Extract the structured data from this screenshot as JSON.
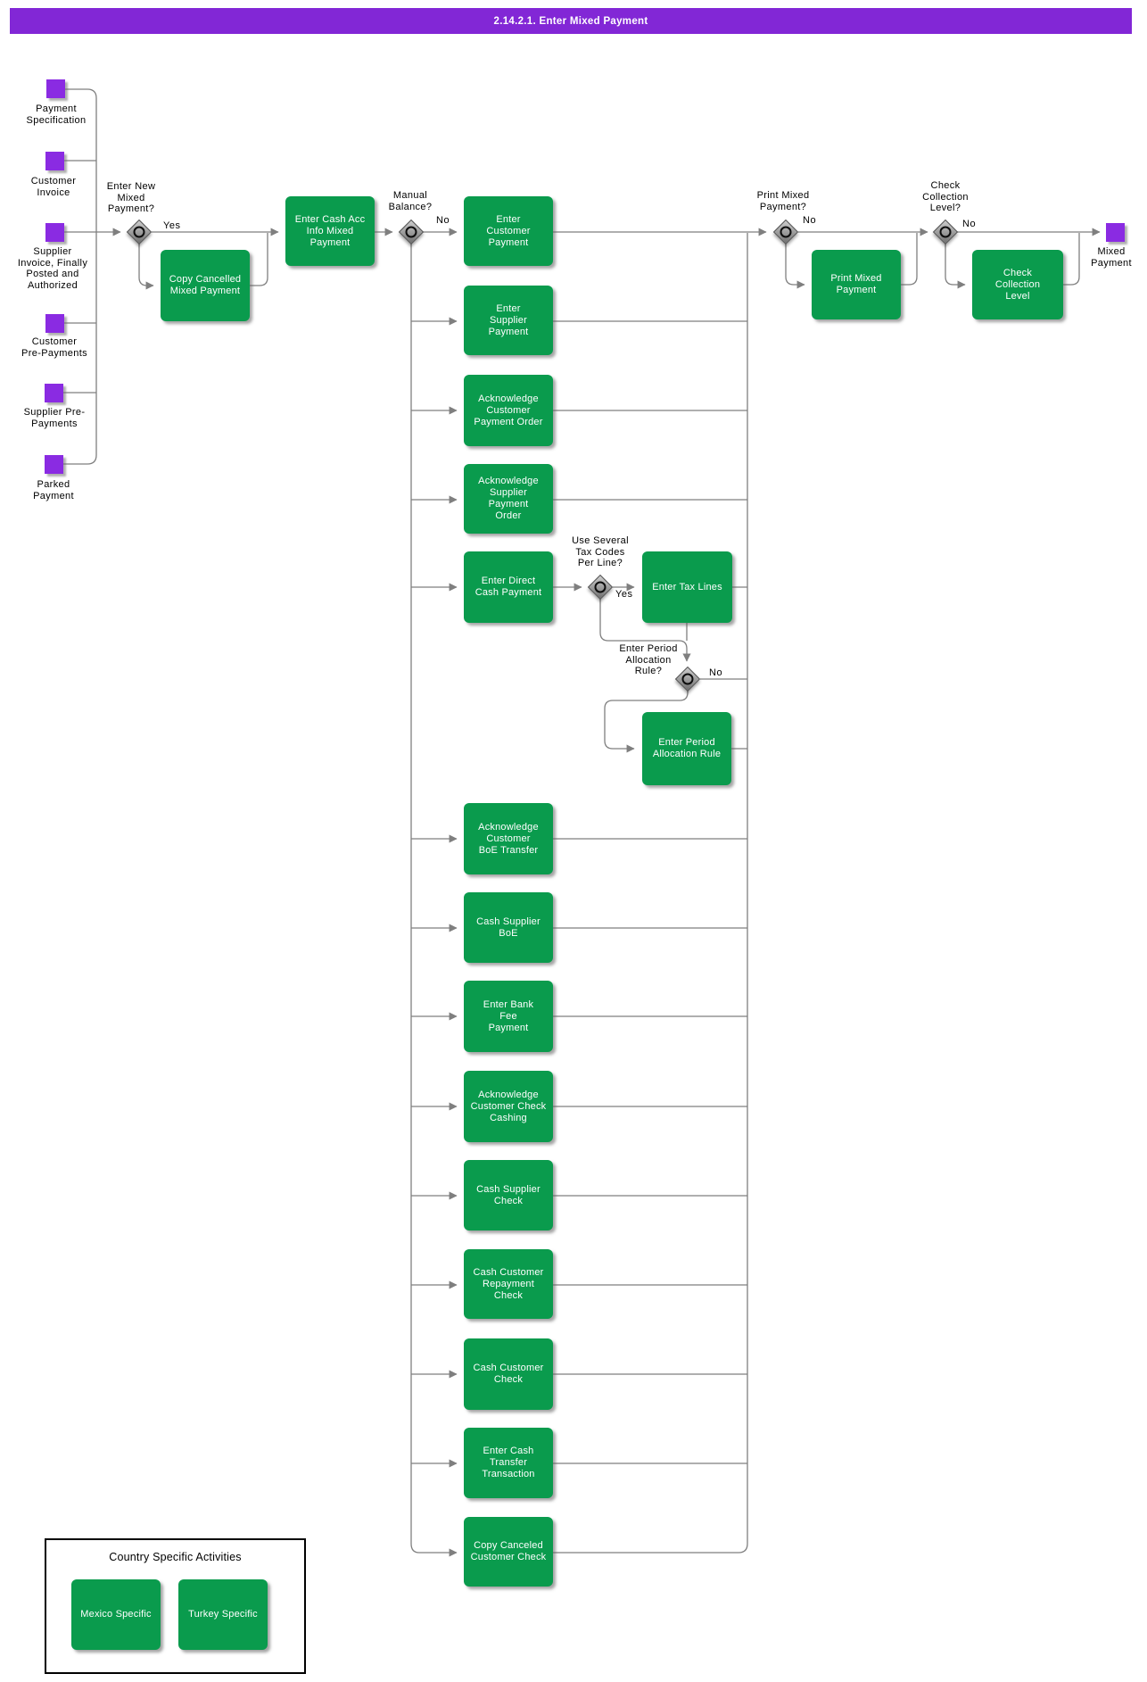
{
  "header": {
    "title": "2.14.2.1. Enter Mixed Payment"
  },
  "colors": {
    "header_bar": "#8227d6",
    "event": "#8a2be2",
    "activity": "#0a9b4d",
    "connector": "#7f7f7f"
  },
  "events": [
    {
      "label": "Payment\nSpecification"
    },
    {
      "label": "Customer\nInvoice"
    },
    {
      "label": "Supplier\nInvoice, Finally\nPosted and\nAuthorized"
    },
    {
      "label": "Customer\nPre-Payments"
    },
    {
      "label": "Supplier Pre-\nPayments"
    },
    {
      "label": "Parked\nPayment"
    },
    {
      "label": "Mixed\nPayment"
    }
  ],
  "decisions": [
    {
      "label": "Enter New\nMixed\nPayment?",
      "branch": "Yes"
    },
    {
      "label": "Manual\nBalance?",
      "branch": "No"
    },
    {
      "label": "Use Several\nTax Codes\nPer Line?",
      "branch": "Yes"
    },
    {
      "label": "Enter Period\nAllocation\nRule?",
      "branch": "No"
    },
    {
      "label": "Print Mixed\nPayment?",
      "branch": "No"
    },
    {
      "label": "Check\nCollection\nLevel?",
      "branch": "No"
    }
  ],
  "activities": [
    {
      "label": "Enter Cash Acc\nInfo Mixed\nPayment"
    },
    {
      "label": "Copy Cancelled\nMixed Payment"
    },
    {
      "label": "Enter\nCustomer\nPayment"
    },
    {
      "label": "Enter\nSupplier\nPayment"
    },
    {
      "label": "Acknowledge\nCustomer\nPayment Order"
    },
    {
      "label": "Acknowledge\nSupplier\nPayment\nOrder"
    },
    {
      "label": "Enter Direct\nCash Payment"
    },
    {
      "label": "Enter Tax Lines"
    },
    {
      "label": "Enter Period\nAllocation Rule"
    },
    {
      "label": "Acknowledge\nCustomer\nBoE Transfer"
    },
    {
      "label": "Cash Supplier\nBoE"
    },
    {
      "label": "Enter Bank\nFee\nPayment"
    },
    {
      "label": "Acknowledge\nCustomer Check\nCashing"
    },
    {
      "label": "Cash Supplier\nCheck"
    },
    {
      "label": "Cash Customer\nRepayment\nCheck"
    },
    {
      "label": "Cash Customer\nCheck"
    },
    {
      "label": "Enter Cash\nTransfer\nTransaction"
    },
    {
      "label": "Copy Canceled\nCustomer Check"
    },
    {
      "label": "Print Mixed\nPayment"
    },
    {
      "label": "Check\nCollection\nLevel"
    },
    {
      "label": "Mexico Specific"
    },
    {
      "label": "Turkey Specific"
    }
  ],
  "country_box": {
    "title": "Country Specific Activities"
  }
}
